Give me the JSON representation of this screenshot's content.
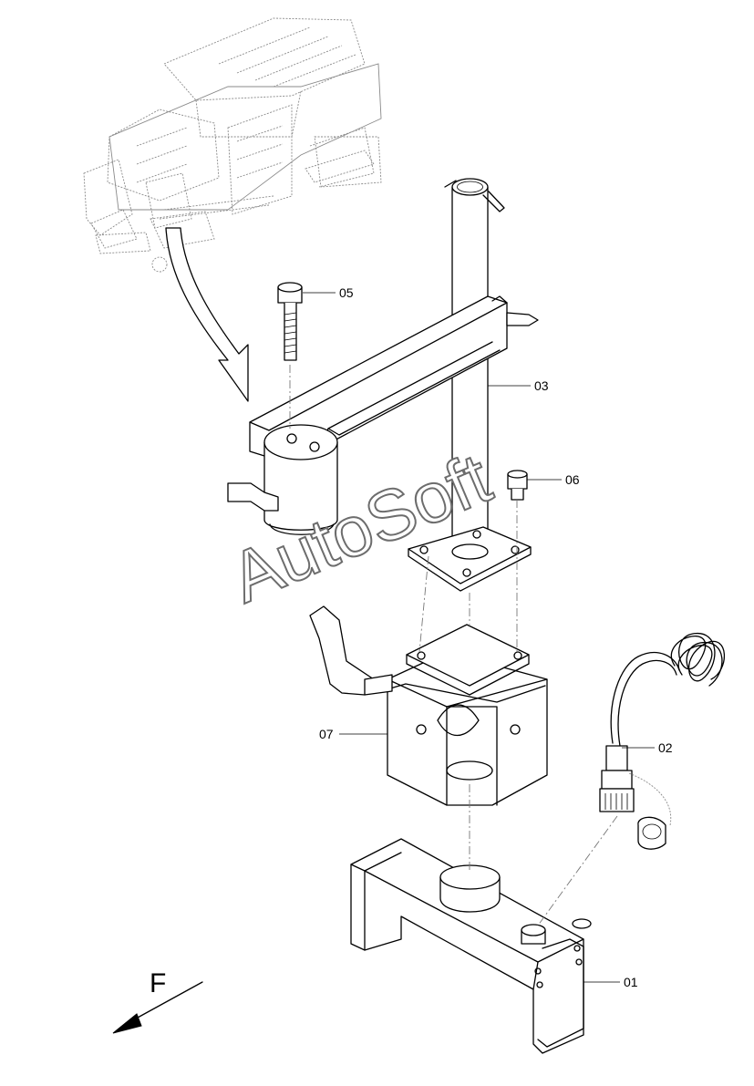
{
  "watermark": "AutoSoft",
  "direction": {
    "label": "F"
  },
  "parts": [
    {
      "id": "01",
      "label": "01"
    },
    {
      "id": "02",
      "label": "02"
    },
    {
      "id": "03",
      "label": "03"
    },
    {
      "id": "05",
      "label": "05"
    },
    {
      "id": "06",
      "label": "06"
    },
    {
      "id": "07",
      "label": "07"
    }
  ],
  "colors": {
    "line": "#000000",
    "machine": "#8a8a8a",
    "background": "#ffffff"
  }
}
